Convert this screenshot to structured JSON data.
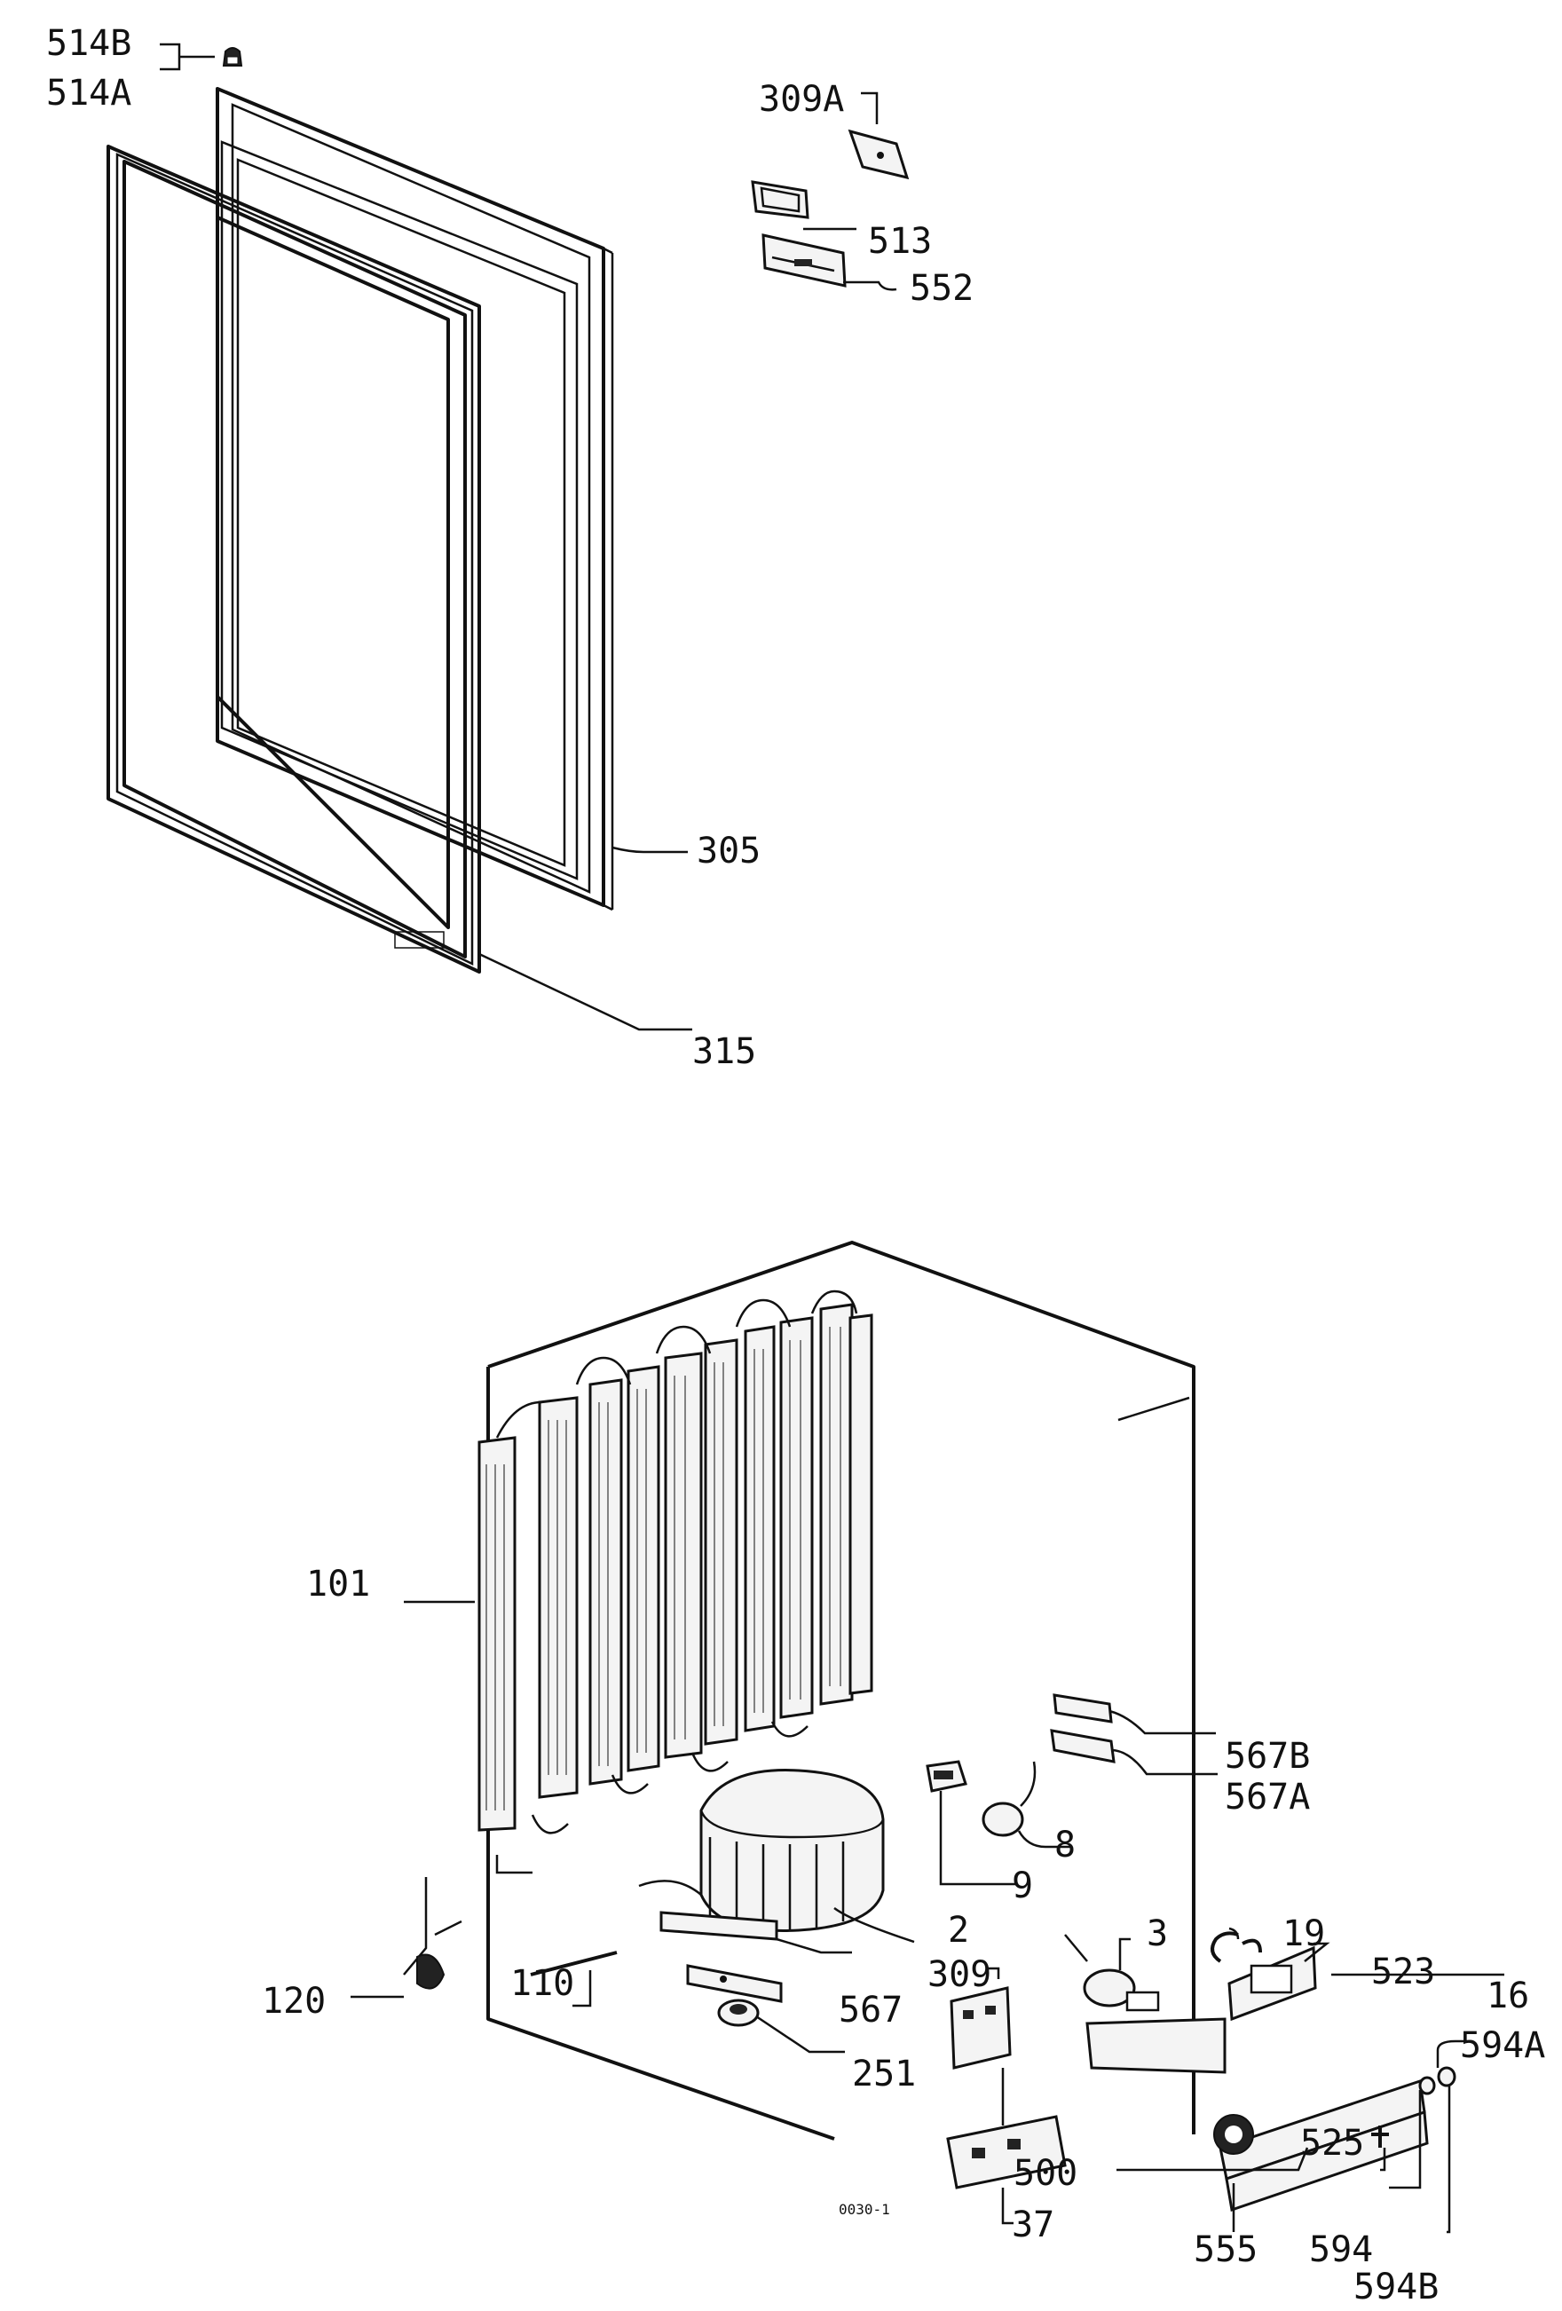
{
  "diagram": {
    "labels": {
      "l514B": "514B",
      "l514A": "514A",
      "l309A": "309A",
      "l513": "513",
      "l552": "552",
      "l305": "305",
      "l315": "315",
      "l101": "101",
      "l567B": "567B",
      "l567A": "567A",
      "l8": "8",
      "l9": "9",
      "l2": "2",
      "l110": "110",
      "l120": "120",
      "l567": "567",
      "l3": "3",
      "l19": "19",
      "l309": "309",
      "l523": "523",
      "l16": "16",
      "l594A": "594A",
      "l251": "251",
      "l525": "525",
      "l500": "500",
      "l37": "37",
      "l555": "555",
      "l594": "594",
      "l594B": "594B"
    },
    "stamp_text": "0030-1"
  }
}
